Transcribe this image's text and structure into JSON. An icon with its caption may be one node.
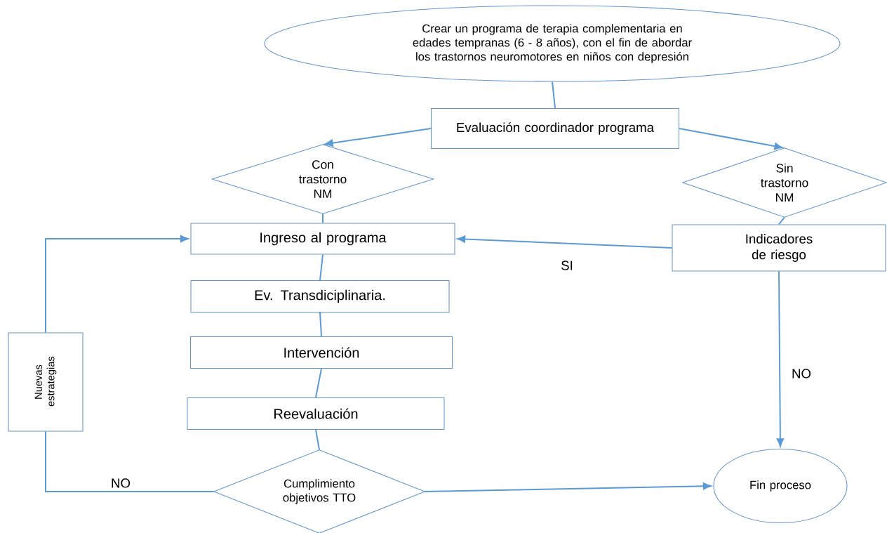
{
  "diagram": {
    "nodes": [
      {
        "text": [
          "Crear un programa de terapia complementaria en edades tempranas (6 - 8 años), con el fin de abordar los trastornos neuromotores en niños con depresión"
        ]
      },
      {
        "text": [
          "Evaluación coordinador programa"
        ]
      },
      {
        "text": [
          "Con trastorno NM"
        ]
      },
      {
        "text": [
          "Sin trastorno NM"
        ]
      },
      {
        "text": [
          "Ingreso al programa"
        ]
      },
      {
        "text": [
          "Indicadores de riesgo"
        ]
      },
      {
        "text": [
          "Ev. Transdiciplinaria."
        ]
      },
      {
        "text": [
          "Intervención"
        ]
      },
      {
        "text": [
          "Reevaluación"
        ]
      },
      {
        "text": [
          "Cumplimiento objetivos TTO"
        ]
      },
      {
        "text": [
          "Nuevas estrategias"
        ]
      },
      {
        "text": [
          "Fin proceso"
        ]
      }
    ],
    "edges": [
      {
        "from": 0,
        "to": 1,
        "arrow": "none"
      },
      {
        "from": 1,
        "to": 2,
        "arrow": "to"
      },
      {
        "from": 1,
        "to": 3,
        "arrow": "to"
      },
      {
        "from": 2,
        "to": 4,
        "arrow": "none"
      },
      {
        "from": 3,
        "to": 5,
        "arrow": "none"
      },
      {
        "from": 5,
        "to": 4,
        "arrow": "to",
        "label": "SI"
      },
      {
        "from": 4,
        "to": 6,
        "arrow": "none"
      },
      {
        "from": 6,
        "to": 7,
        "arrow": "none"
      },
      {
        "from": 7,
        "to": 8,
        "arrow": "none"
      },
      {
        "from": 8,
        "to": 9,
        "arrow": "none"
      },
      {
        "from": 9,
        "to": 10,
        "arrow": "none",
        "label": "NO"
      },
      {
        "from": 10,
        "to": 4,
        "arrow": "to"
      },
      {
        "from": 9,
        "to": 11,
        "arrow": "to"
      },
      {
        "from": 5,
        "to": 11,
        "arrow": "to",
        "label": "NO"
      }
    ]
  }
}
